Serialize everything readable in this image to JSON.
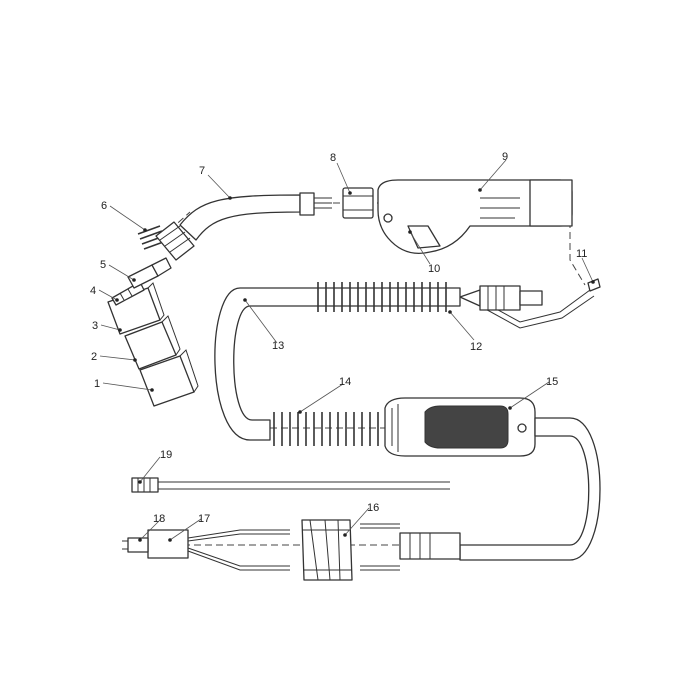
{
  "diagram": {
    "callouts": [
      {
        "id": "c1",
        "label": "1"
      },
      {
        "id": "c2",
        "label": "2"
      },
      {
        "id": "c3",
        "label": "3"
      },
      {
        "id": "c4",
        "label": "4"
      },
      {
        "id": "c5",
        "label": "5"
      },
      {
        "id": "c6",
        "label": "6"
      },
      {
        "id": "c7",
        "label": "7"
      },
      {
        "id": "c8",
        "label": "8"
      },
      {
        "id": "c9",
        "label": "9"
      },
      {
        "id": "c10",
        "label": "10"
      },
      {
        "id": "c11",
        "label": "11"
      },
      {
        "id": "c12",
        "label": "12"
      },
      {
        "id": "c13",
        "label": "13"
      },
      {
        "id": "c14",
        "label": "14"
      },
      {
        "id": "c15",
        "label": "15"
      },
      {
        "id": "c16",
        "label": "16"
      },
      {
        "id": "c17",
        "label": "17"
      },
      {
        "id": "c18",
        "label": "18"
      },
      {
        "id": "c19",
        "label": "19"
      }
    ],
    "colors": {
      "line": "#333333",
      "background": "#ffffff"
    }
  }
}
